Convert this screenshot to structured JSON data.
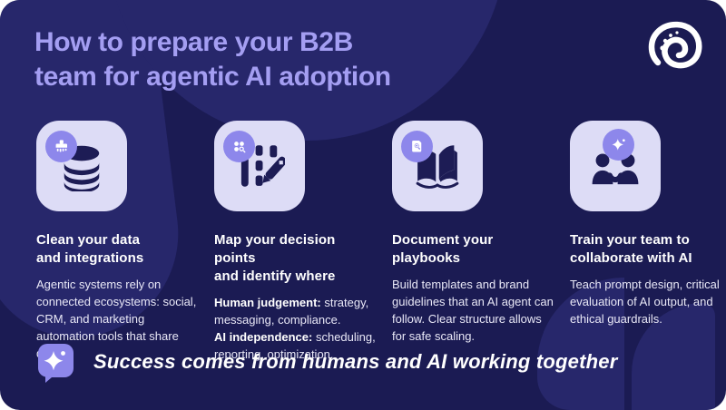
{
  "header": {
    "title_line1": "How to prepare your B2B",
    "title_line2": "team for agentic AI adoption"
  },
  "cards": [
    {
      "heading_line1": "Clean your data",
      "heading_line2": "and integrations",
      "main_icon": "database-icon",
      "badge_icon": "brush-icon",
      "body_segments": [
        {
          "text": "Agentic systems rely on connected ecosystems: social, CRM, and marketing automation tools that share data."
        }
      ]
    },
    {
      "heading_line1": "Map your decision points",
      "heading_line2": "and identify where",
      "main_icon": "decision-bars-pen-icon",
      "badge_icon": "dots-magnifier-icon",
      "body_segments": [
        {
          "bold": "Human judgement:",
          "text": " strategy, messaging, compliance.",
          "break": true
        },
        {
          "bold": "AI independence:",
          "text": " scheduling, reporting, optimization."
        }
      ]
    },
    {
      "heading_line1": "Document your",
      "heading_line2": "playbooks",
      "main_icon": "open-book-icon",
      "badge_icon": "document-magnifier-icon",
      "body_segments": [
        {
          "text": "Build templates and brand guidelines that an AI agent can follow. Clear structure allows for safe scaling."
        }
      ]
    },
    {
      "heading_line1": "Train your team to",
      "heading_line2": "collaborate with AI",
      "main_icon": "people-handshake-icon",
      "badge_icon": "sparkle-icon",
      "body_segments": [
        {
          "text": "Teach prompt design, critical evaluation of AI output, and ethical guardrails."
        }
      ]
    }
  ],
  "banner": {
    "icon": "sparkle-chat-bubble-icon",
    "text": "Success comes from humans and AI working together"
  },
  "colors": {
    "background": "#1b1b53",
    "blob": "#27276b",
    "title": "#a49ef2",
    "tile": "#dddcf6",
    "glyph_navy": "#1d1c55",
    "badge_purple": "#8d87eb",
    "body_text": "#e9e8f7",
    "white": "#ffffff"
  }
}
